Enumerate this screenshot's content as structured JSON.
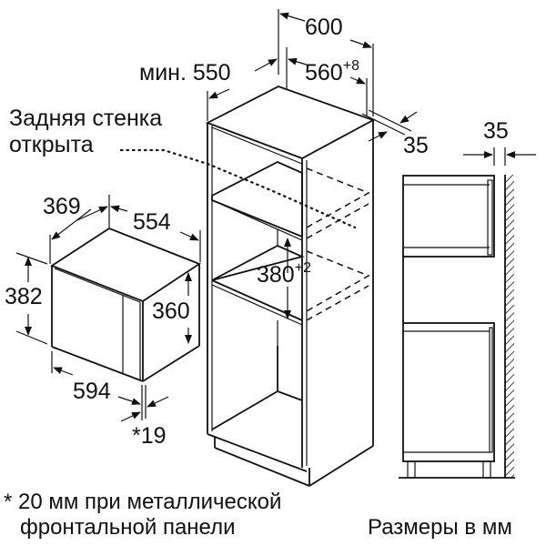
{
  "niche": {
    "width_total": "600",
    "depth_min_prefix": "мин.",
    "depth_min": "550",
    "inner_width": "560",
    "inner_width_tolerance": "+8",
    "side_offset": "35",
    "rear_wall_label_line1": "Задняя стенка",
    "rear_wall_label_line2": "открыта",
    "niche_height": "380",
    "niche_height_tolerance": "+2"
  },
  "appliance": {
    "depth": "369",
    "body_width": "554",
    "overall_height": "382",
    "body_height": "360",
    "front_width": "594",
    "front_offset": "*19"
  },
  "side_view": {
    "wall_gap": "35"
  },
  "footnote": {
    "line1": "* 20 мм при металлической",
    "line2": "фронтальной панели"
  },
  "units_caption": "Размеры в мм"
}
